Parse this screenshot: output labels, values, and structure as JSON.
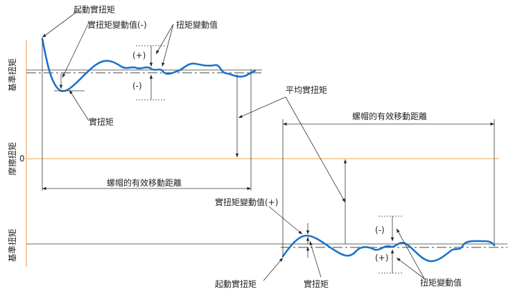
{
  "labels": {
    "start_torque_top": "起動實扭矩",
    "torque_var_neg": "實扭矩變動值(-)",
    "torque_var_top": "扭矩變動值",
    "plus_top": "(+)",
    "minus_top": "(-)",
    "real_torque_top": "實扭矩",
    "avg_torque": "平均實扭矩",
    "travel_top": "螺帽的有效移動距離",
    "travel_bottom": "螺帽的有效移動距離",
    "torque_var_pos": "實扭矩變動值(+)",
    "minus_bottom": "(-)",
    "plus_bottom": "(+)",
    "start_torque_bottom": "起動實扭矩",
    "real_torque_bottom": "實扭矩",
    "torque_var_bottom": "扭矩變動值",
    "ref_torque_top": "基準扭矩",
    "friction_torque": "摩擦扭矩",
    "ref_torque_bottom": "基準扭矩",
    "zero": "0"
  },
  "colors": {
    "axis": "#f0a050",
    "curve": "#1a73c8",
    "line": "#333333"
  }
}
